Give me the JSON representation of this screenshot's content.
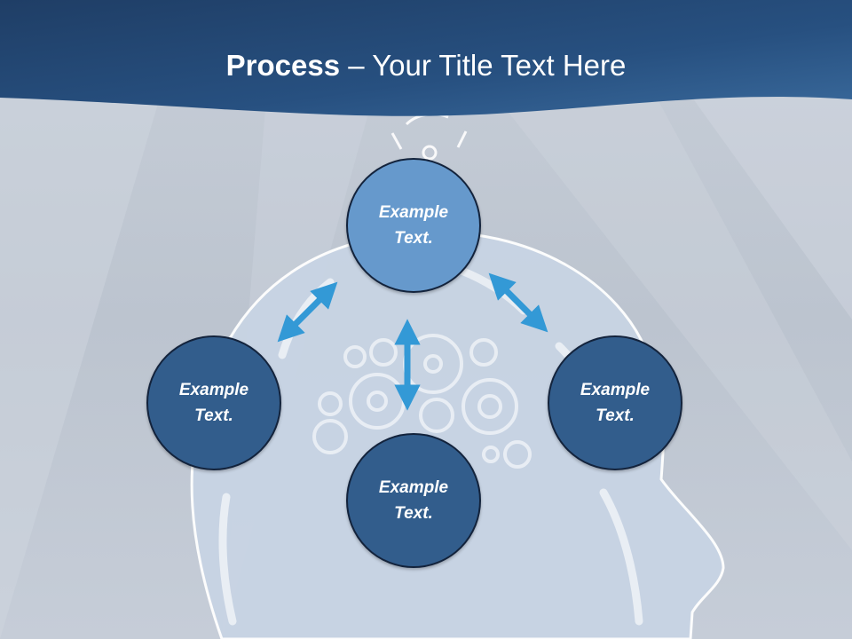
{
  "title": {
    "bold": "Process",
    "rest": " – Your Title Text Here"
  },
  "nodes": [
    {
      "id": "top",
      "label_line1": "Example",
      "label_line2": "Text."
    },
    {
      "id": "left",
      "label_line1": "Example",
      "label_line2": "Text."
    },
    {
      "id": "right",
      "label_line1": "Example",
      "label_line2": "Text."
    },
    {
      "id": "bottom",
      "label_line1": "Example",
      "label_line2": "Text."
    }
  ],
  "colors": {
    "title_band": "#275080",
    "node_highlight": "#6699cc",
    "node_default": "#325d8c",
    "arrow": "#3399d6"
  }
}
